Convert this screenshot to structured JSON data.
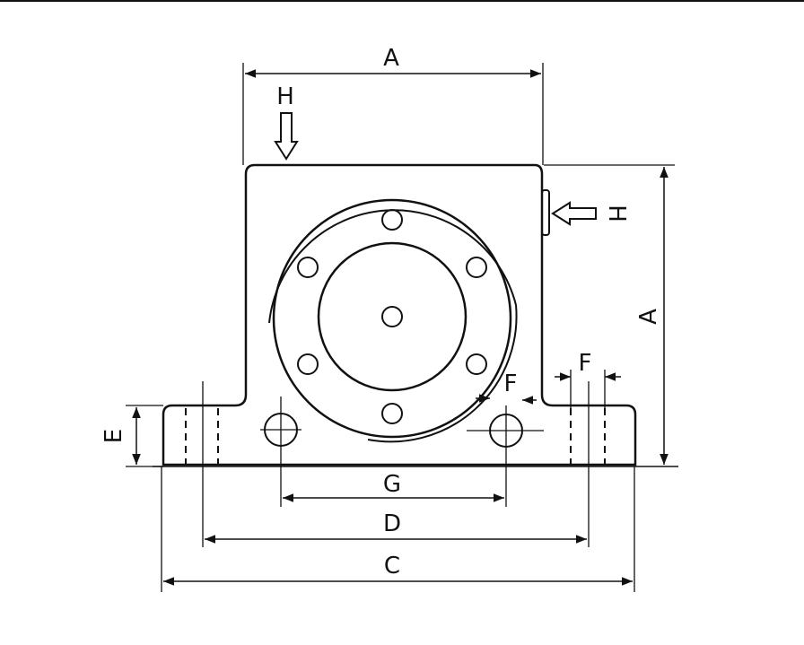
{
  "labels": {
    "a_top": "A",
    "a_right": "A",
    "h_top": "H",
    "h_right": "H",
    "e": "E",
    "f_right": "F",
    "f_center": "F",
    "g": "G",
    "d": "D",
    "c": "C"
  },
  "colors": {
    "line": "#111111",
    "background": "#ffffff"
  }
}
